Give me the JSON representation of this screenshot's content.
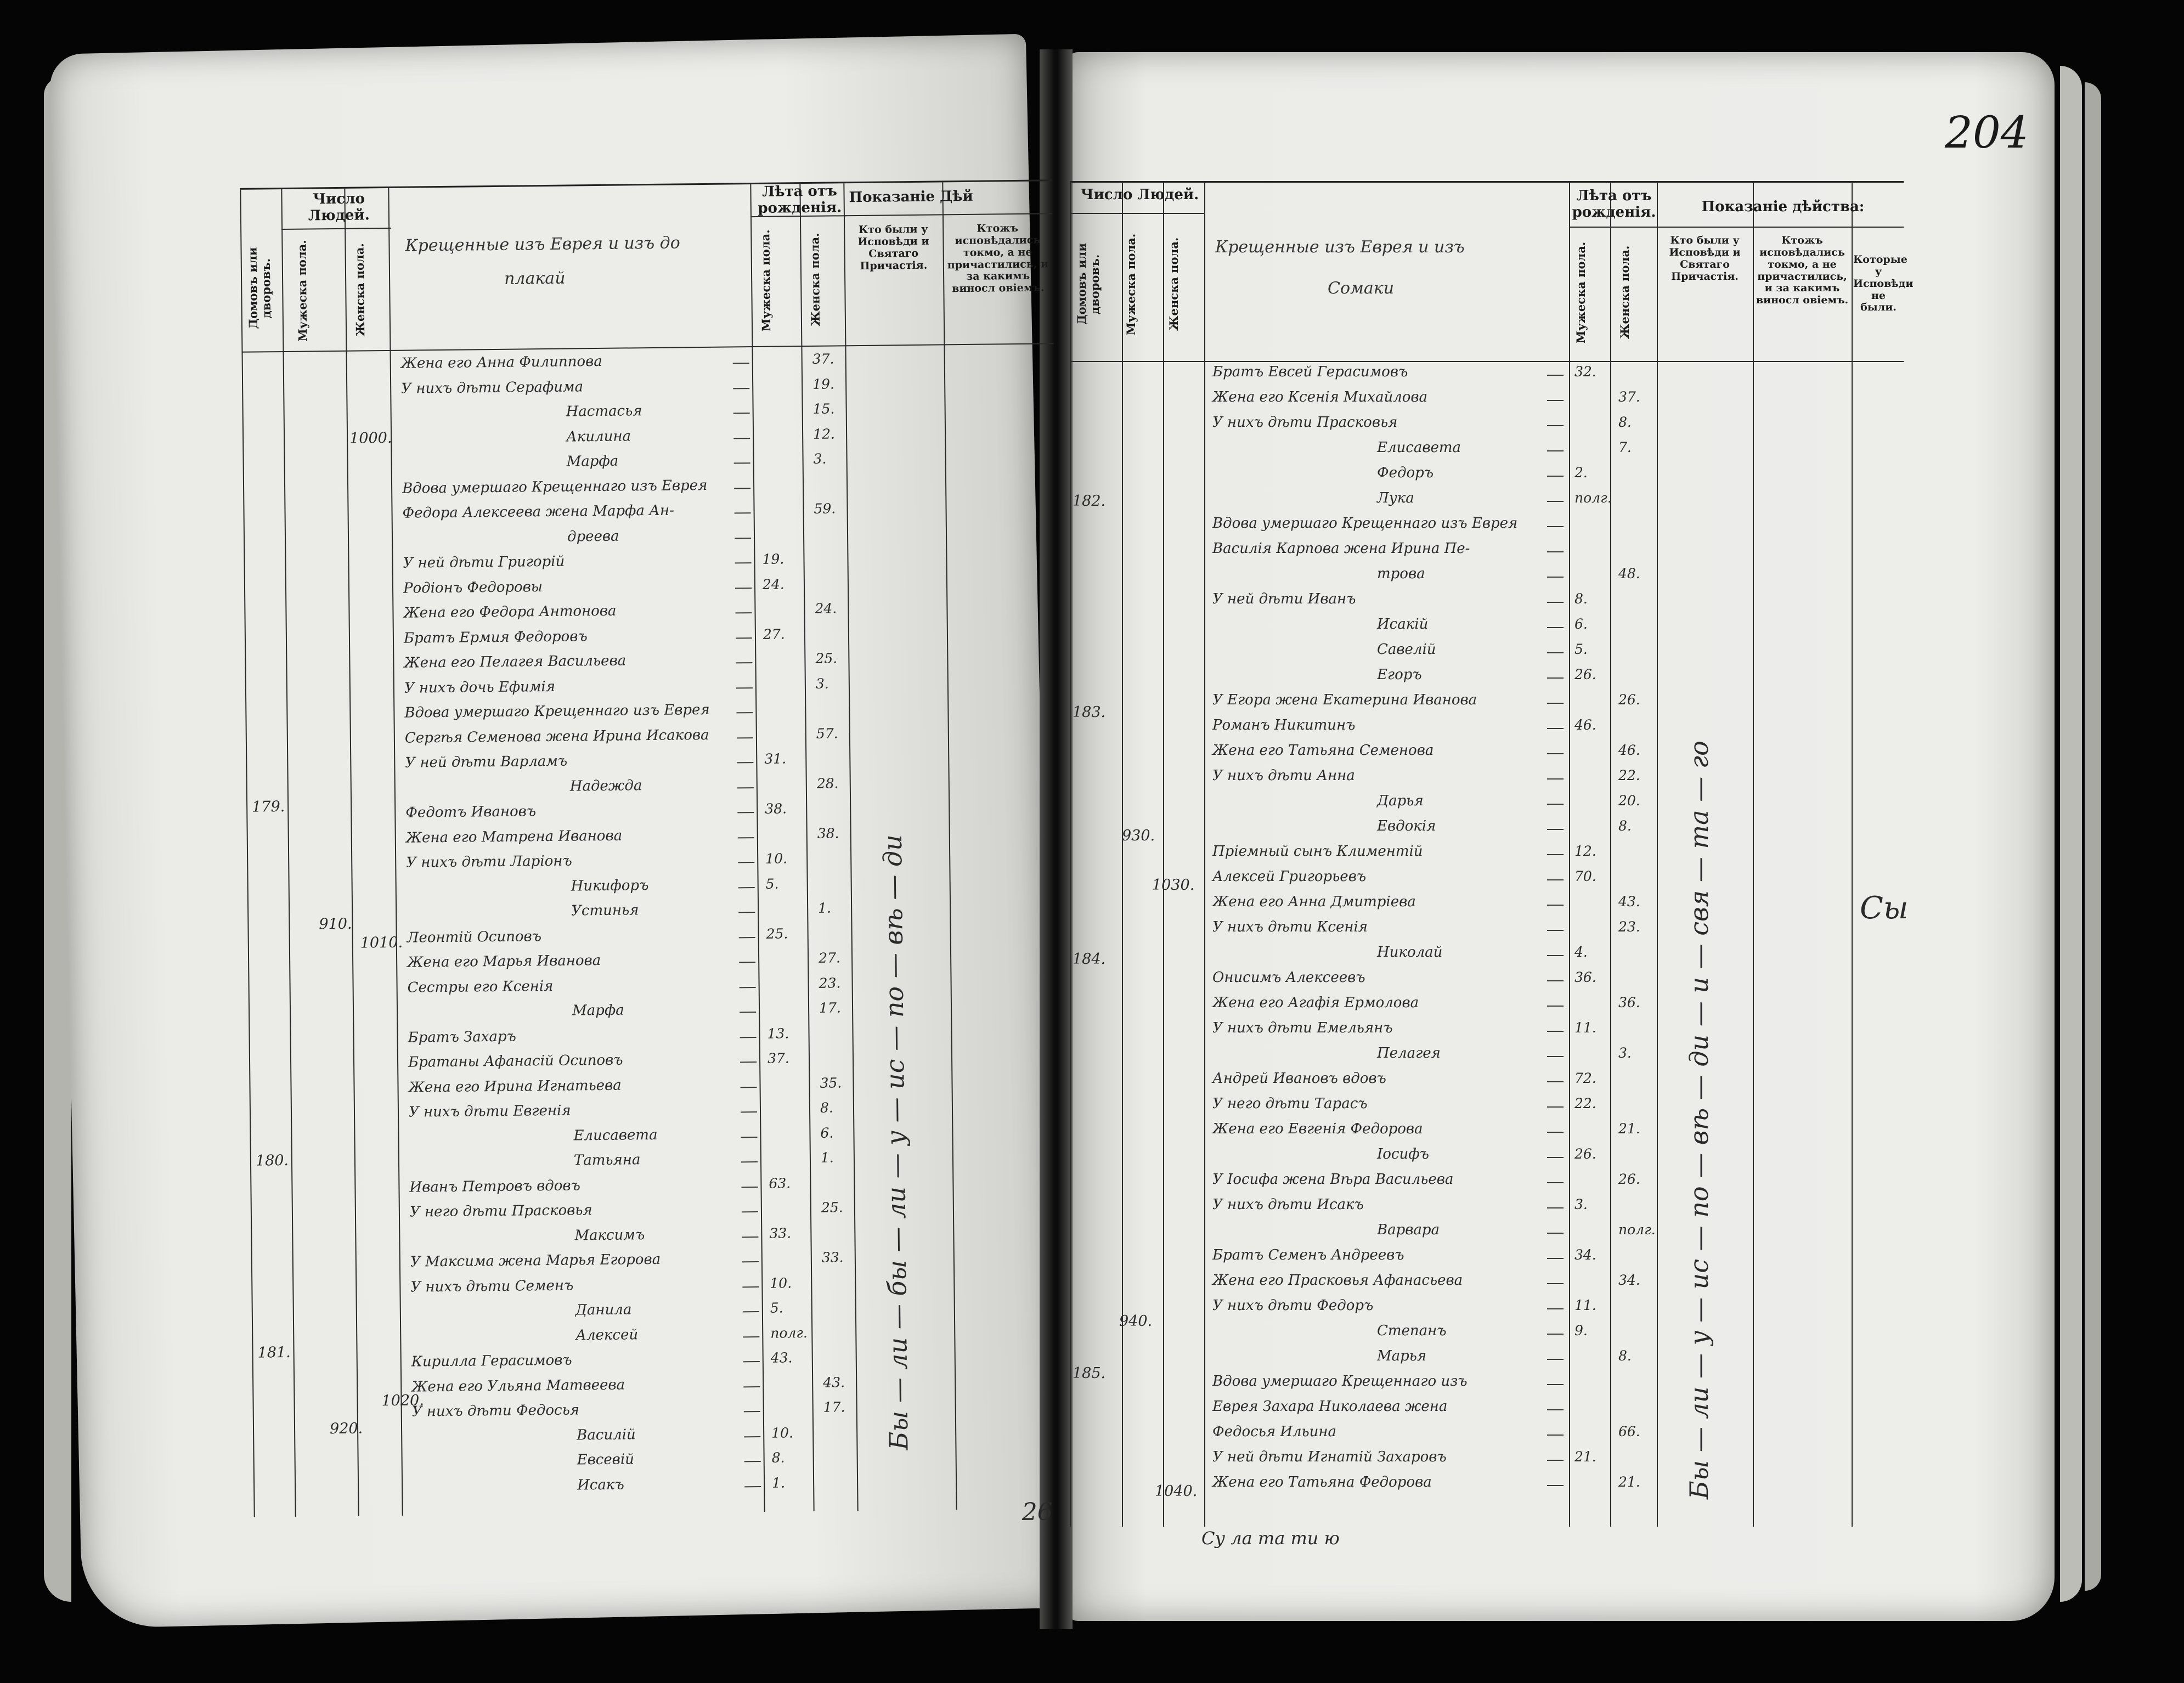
{
  "page_number": "204",
  "left": {
    "headers": {
      "houses": "Домовъ или дворовъ.",
      "count_group": "Число Людей.",
      "male": "Мужеска пола.",
      "female": "Женска пола.",
      "parish_title_1": "Крещенные изъ Еврея и изъ до",
      "parish_title_2": "плакай",
      "age_group": "Лѣта отъ рожденія.",
      "age_male": "Мужеска пола.",
      "age_female": "Женска пола.",
      "action_group": "Показаніе Дѣй",
      "was_confession": "Кто были у Исповѣди и Святаго Причастія.",
      "only_confession": "Ктожъ исповѣдались токмо, а не причастились, и за какимъ виносл овіемъ."
    },
    "rows": [
      {
        "name": "Жена его Анна Филиппова",
        "m": "",
        "f": "37."
      },
      {
        "name": "У нихъ дѣти Серафима",
        "m": "",
        "f": "19."
      },
      {
        "name": "Настасья",
        "m": "",
        "f": "15."
      },
      {
        "name": "Акилина",
        "m": "",
        "f": "12."
      },
      {
        "name": "Марфа",
        "m": "",
        "f": "3."
      },
      {
        "name": "Вдова умершаго Крещеннаго изъ Еврея",
        "m": "",
        "f": ""
      },
      {
        "name": "Федора Алексеева жена Марфа Ан-",
        "m": "",
        "f": "59."
      },
      {
        "name": "дреева",
        "m": "",
        "f": ""
      },
      {
        "name": "У ней дѣти Григорій",
        "m": "19.",
        "f": ""
      },
      {
        "name": "Родіонъ Федоровы",
        "m": "24.",
        "f": ""
      },
      {
        "name": "Жена его Федора Антонова",
        "m": "",
        "f": "24."
      },
      {
        "name": "Братъ Ермия Федоровъ",
        "m": "27.",
        "f": ""
      },
      {
        "name": "Жена его Пелагея Васильева",
        "m": "",
        "f": "25."
      },
      {
        "name": "У нихъ дочь Ефимія",
        "m": "",
        "f": "3."
      },
      {
        "name": "Вдова умершаго Крещеннаго изъ Еврея",
        "m": "",
        "f": ""
      },
      {
        "name": "Сергѣя Семенова жена Ирина Исакова",
        "m": "",
        "f": "57."
      },
      {
        "name": "У ней дѣти Варламъ",
        "m": "31.",
        "f": ""
      },
      {
        "name": "Надежда",
        "m": "",
        "f": "28."
      },
      {
        "name": "Федотъ Ивановъ",
        "m": "38.",
        "f": ""
      },
      {
        "name": "Жена его Матрена Иванова",
        "m": "",
        "f": "38."
      },
      {
        "name": "У нихъ дѣти Ларіонъ",
        "m": "10.",
        "f": ""
      },
      {
        "name": "Никифоръ",
        "m": "5.",
        "f": ""
      },
      {
        "name": "Устинья",
        "m": "",
        "f": "1."
      },
      {
        "name": "Леонтій Осиповъ",
        "m": "25.",
        "f": ""
      },
      {
        "name": "Жена его Марья Иванова",
        "m": "",
        "f": "27."
      },
      {
        "name": "Сестры его Ксенія",
        "m": "",
        "f": "23."
      },
      {
        "name": "Марфа",
        "m": "",
        "f": "17."
      },
      {
        "name": "Братъ Захаръ",
        "m": "13.",
        "f": ""
      },
      {
        "name": "Братаны Афанасій Осиповъ",
        "m": "37.",
        "f": ""
      },
      {
        "name": "Жена его Ирина Игнатьева",
        "m": "",
        "f": "35."
      },
      {
        "name": "У нихъ дѣти Евгенія",
        "m": "",
        "f": "8."
      },
      {
        "name": "Елисавета",
        "m": "",
        "f": "6."
      },
      {
        "name": "Татьяна",
        "m": "",
        "f": "1."
      },
      {
        "name": "Иванъ Петровъ вдовъ",
        "m": "63.",
        "f": ""
      },
      {
        "name": "У него дѣти Прасковья",
        "m": "",
        "f": "25."
      },
      {
        "name": "Максимъ",
        "m": "33.",
        "f": ""
      },
      {
        "name": "У Максима жена Марья Егорова",
        "m": "",
        "f": "33."
      },
      {
        "name": "У нихъ дѣти Семенъ",
        "m": "10.",
        "f": ""
      },
      {
        "name": "Данила",
        "m": "5.",
        "f": ""
      },
      {
        "name": "Алексей",
        "m": "полг.",
        "f": ""
      },
      {
        "name": "Кирилла Герасимовъ",
        "m": "43.",
        "f": ""
      },
      {
        "name": "Жена его Ульяна Матвеева",
        "m": "",
        "f": "43."
      },
      {
        "name": "У нихъ дѣти Федосья",
        "m": "",
        "f": "17."
      },
      {
        "name": "Василій",
        "m": "10.",
        "f": ""
      },
      {
        "name": "Евсевій",
        "m": "8.",
        "f": ""
      },
      {
        "name": "Исакъ",
        "m": "1.",
        "f": ""
      }
    ],
    "house_numbers": [
      "179.",
      "180.",
      "181."
    ],
    "male_totals": [
      "910.",
      "920."
    ],
    "female_totals": [
      "1000.",
      "1010.",
      "1020."
    ],
    "confession_marks": "Бы — ли — бы — ли — у — ис — по — вѣ — ди",
    "bottom_mark": "26"
  },
  "right": {
    "headers": {
      "count_group": "Число Людей.",
      "houses": "Домовъ или дворовъ.",
      "male": "Мужеска пола.",
      "female": "Женска пола.",
      "parish_title_1": "Крещенные изъ Еврея и изъ",
      "parish_title_2": "Сомаки",
      "age_group": "Лѣта отъ рожденія.",
      "age_male": "Мужеска пола.",
      "age_female": "Женска пола.",
      "action_group": "Показаніе дѣйства:",
      "was_confession": "Кто были у Исповѣди и Святаго Причастія.",
      "only_confession": "Ктожъ исповѣдались токмо, а не причастились, и за какимъ виносл овіемъ.",
      "not_confession": "Которые у Исповѣди не были."
    },
    "rows": [
      {
        "name": "Братъ Евсей Герасимовъ",
        "m": "32.",
        "f": ""
      },
      {
        "name": "Жена его Ксенія Михайлова",
        "m": "",
        "f": "37."
      },
      {
        "name": "У нихъ дѣти Прасковья",
        "m": "",
        "f": "8."
      },
      {
        "name": "Елисавета",
        "m": "",
        "f": "7."
      },
      {
        "name": "Федоръ",
        "m": "2.",
        "f": ""
      },
      {
        "name": "Лука",
        "m": "полг.",
        "f": ""
      },
      {
        "name": "Вдова умершаго Крещеннаго изъ Еврея",
        "m": "",
        "f": ""
      },
      {
        "name": "Василія Карпова жена Ирина Пе-",
        "m": "",
        "f": ""
      },
      {
        "name": "трова",
        "m": "",
        "f": "48."
      },
      {
        "name": "У ней дѣти Иванъ",
        "m": "8.",
        "f": ""
      },
      {
        "name": "Исакій",
        "m": "6.",
        "f": ""
      },
      {
        "name": "Савелій",
        "m": "5.",
        "f": ""
      },
      {
        "name": "Егоръ",
        "m": "26.",
        "f": ""
      },
      {
        "name": "У Егора жена Екатерина Иванова",
        "m": "",
        "f": "26."
      },
      {
        "name": "Романъ Никитинъ",
        "m": "46.",
        "f": ""
      },
      {
        "name": "Жена его Татьяна Семенова",
        "m": "",
        "f": "46."
      },
      {
        "name": "У нихъ дѣти Анна",
        "m": "",
        "f": "22."
      },
      {
        "name": "Дарья",
        "m": "",
        "f": "20."
      },
      {
        "name": "Евдокія",
        "m": "",
        "f": "8."
      },
      {
        "name": "Пріемный сынъ Климентій",
        "m": "12.",
        "f": ""
      },
      {
        "name": "Алексей Григорьевъ",
        "m": "70.",
        "f": ""
      },
      {
        "name": "Жена его Анна Дмитріева",
        "m": "",
        "f": "43."
      },
      {
        "name": "У нихъ дѣти Ксенія",
        "m": "",
        "f": "23."
      },
      {
        "name": "Николай",
        "m": "4.",
        "f": ""
      },
      {
        "name": "Онисимъ Алексеевъ",
        "m": "36.",
        "f": ""
      },
      {
        "name": "Жена его Агафія Ермолова",
        "m": "",
        "f": "36."
      },
      {
        "name": "У нихъ дѣти Емельянъ",
        "m": "11.",
        "f": ""
      },
      {
        "name": "Пелагея",
        "m": "",
        "f": "3."
      },
      {
        "name": "Андрей Ивановъ вдовъ",
        "m": "72.",
        "f": ""
      },
      {
        "name": "У него дѣти Тарасъ",
        "m": "22.",
        "f": ""
      },
      {
        "name": "Жена его Евгенія Федорова",
        "m": "",
        "f": "21."
      },
      {
        "name": "Іосифъ",
        "m": "26.",
        "f": ""
      },
      {
        "name": "У Іосифа жена Вѣра Васильева",
        "m": "",
        "f": "26."
      },
      {
        "name": "У нихъ дѣти Исакъ",
        "m": "3.",
        "f": ""
      },
      {
        "name": "Варвара",
        "m": "",
        "f": "полг."
      },
      {
        "name": "Братъ Семенъ Андреевъ",
        "m": "34.",
        "f": ""
      },
      {
        "name": "Жена его Прасковья Афанасьева",
        "m": "",
        "f": "34."
      },
      {
        "name": "У нихъ дѣти Федоръ",
        "m": "11.",
        "f": ""
      },
      {
        "name": "Степанъ",
        "m": "9.",
        "f": ""
      },
      {
        "name": "Марья",
        "m": "",
        "f": "8."
      },
      {
        "name": "Вдова умершаго Крещеннаго изъ",
        "m": "",
        "f": ""
      },
      {
        "name": "Еврея Захара Николаева жена",
        "m": "",
        "f": ""
      },
      {
        "name": "Федосья Ильина",
        "m": "",
        "f": "66."
      },
      {
        "name": "У ней дѣти Игнатій Захаровъ",
        "m": "21.",
        "f": ""
      },
      {
        "name": "Жена его Татьяна Федорова",
        "m": "",
        "f": "21."
      }
    ],
    "house_numbers": [
      "182.",
      "183.",
      "184.",
      "185."
    ],
    "male_totals": [
      "930.",
      "940."
    ],
    "female_totals": [
      "1030.",
      "1040."
    ],
    "confession_marks": "Бы — ли — у — ис — по — вѣ — ди — и — свя — та — го",
    "not_confession_mark": "Сы",
    "footer": "Су   ла та ти ю"
  }
}
